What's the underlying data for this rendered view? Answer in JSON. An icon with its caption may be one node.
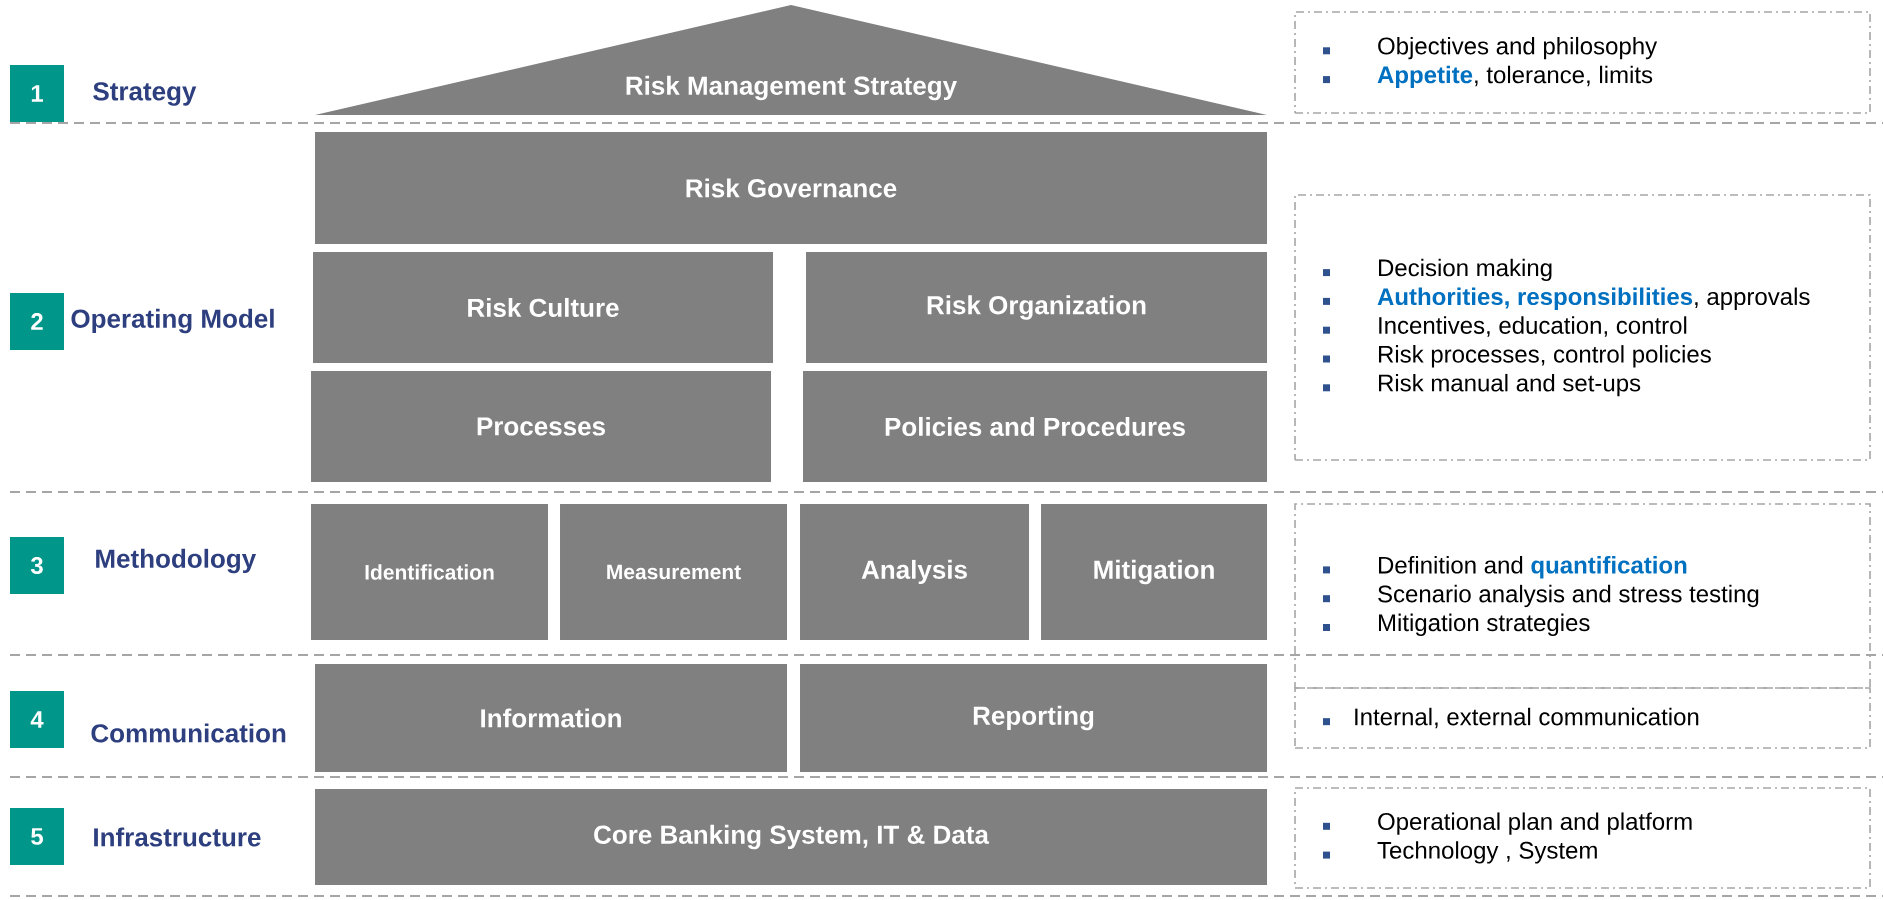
{
  "diagram": {
    "nodes": [
      {
        "text": [
          "1"
        ],
        "beside": [
          "Strategy"
        ]
      },
      {
        "text": [
          "Risk Management Strategy"
        ]
      },
      {
        "text": [
          "Objectives and philosophy",
          "**Appetite**, tolerance, limits"
        ]
      },
      {
        "text": [
          "2"
        ],
        "beside": [
          "Operating Model"
        ]
      },
      {
        "text": [
          "Risk Governance"
        ]
      },
      {
        "text": [
          "Risk Culture"
        ]
      },
      {
        "text": [
          "Risk Organization"
        ]
      },
      {
        "text": [
          "Processes"
        ]
      },
      {
        "text": [
          "Policies and Procedures"
        ]
      },
      {
        "text": [
          "Decision making",
          "**Authorities, responsibilities**, approvals",
          "Incentives, education, control",
          "Risk processes, control policies",
          "Risk manual and set-ups"
        ]
      },
      {
        "text": [
          "3"
        ],
        "beside": [
          "Methodology"
        ]
      },
      {
        "text": [
          "Identification"
        ]
      },
      {
        "text": [
          "Measurement"
        ]
      },
      {
        "text": [
          "Analysis"
        ]
      },
      {
        "text": [
          "Mitigation"
        ]
      },
      {
        "text": [
          "Definition and **quantification**",
          "Scenario analysis and stress testing",
          "Mitigation strategies"
        ]
      },
      {
        "text": [
          "4"
        ],
        "beside": [
          "Communication"
        ]
      },
      {
        "text": [
          "Information"
        ]
      },
      {
        "text": [
          "Reporting"
        ]
      },
      {
        "text": [
          "Internal, external communication"
        ]
      },
      {
        "text": [
          "5"
        ],
        "beside": [
          "Infrastructure"
        ]
      },
      {
        "text": [
          "Core Banking System, IT & Data"
        ]
      },
      {
        "text": [
          "Operational plan and platform",
          "Technology , System"
        ]
      }
    ]
  }
}
